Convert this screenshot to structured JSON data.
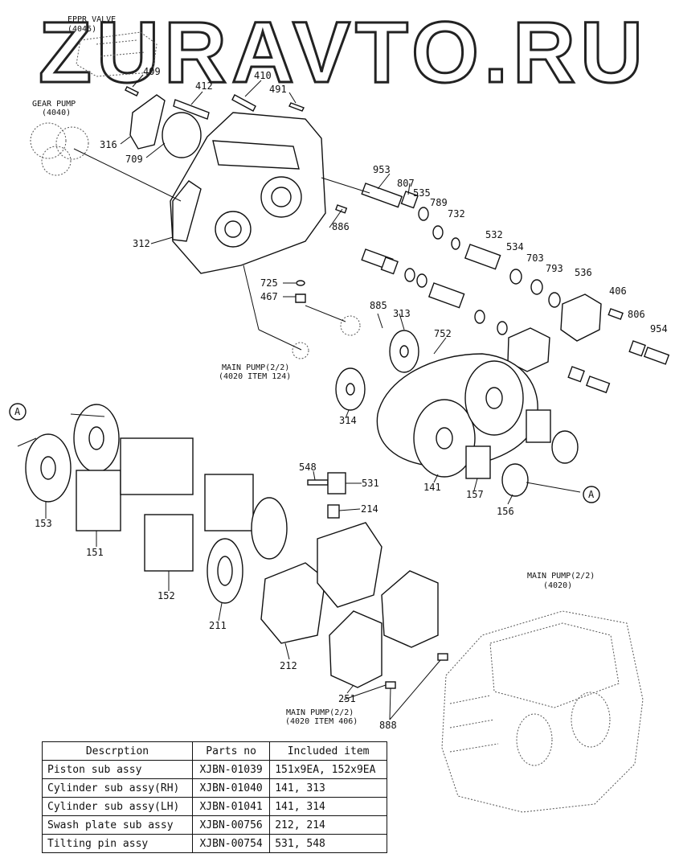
{
  "watermark": "ZURAVTO.RU",
  "callouts": {
    "eppr_valve": "EPPR VALVE",
    "eppr_valve_ref": "(4045)",
    "gear_pump": "GEAR PUMP",
    "gear_pump_ref": "(4040)",
    "main_pump_mid_1": "MAIN PUMP(2/2)",
    "main_pump_mid_2": "(4020 ITEM 124)",
    "main_pump_assy_1": "MAIN PUMP(2/2)",
    "main_pump_assy_2": "(4020)",
    "main_pump_bot_1": "MAIN PUMP(2/2)",
    "main_pump_bot_2": "(4020 ITEM 406)",
    "ref_a": "A"
  },
  "part_numbers": {
    "p409": "409",
    "p412": "412",
    "p410": "410",
    "p491": "491",
    "p316": "316",
    "p709": "709",
    "p953": "953",
    "p807": "807",
    "p535": "535",
    "p789": "789",
    "p732": "732",
    "p312": "312",
    "p886": "886",
    "p532": "532",
    "p534": "534",
    "p703": "703",
    "p793": "793",
    "p536": "536",
    "p725": "725",
    "p467": "467",
    "p406": "406",
    "p885": "885",
    "p313": "313",
    "p752": "752",
    "p806": "806",
    "p954": "954",
    "p314": "314",
    "p141": "141",
    "p157": "157",
    "p156": "156",
    "p153": "153",
    "p151": "151",
    "p548": "548",
    "p531": "531",
    "p214": "214",
    "p152": "152",
    "p211": "211",
    "p212": "212",
    "p251": "251",
    "p888": "888"
  },
  "table": {
    "headers": [
      "Descrption",
      "Parts no",
      "Included item"
    ],
    "rows": [
      [
        "Piston sub assy",
        "XJBN-01039",
        "151x9EA, 152x9EA"
      ],
      [
        "Cylinder sub assy(RH)",
        "XJBN-01040",
        "141, 313"
      ],
      [
        "Cylinder sub assy(LH)",
        "XJBN-01041",
        "141, 314"
      ],
      [
        "Swash plate sub assy",
        "XJBN-00756",
        "212, 214"
      ],
      [
        "Tilting pin assy",
        "XJBN-00754",
        "531, 548"
      ]
    ]
  }
}
